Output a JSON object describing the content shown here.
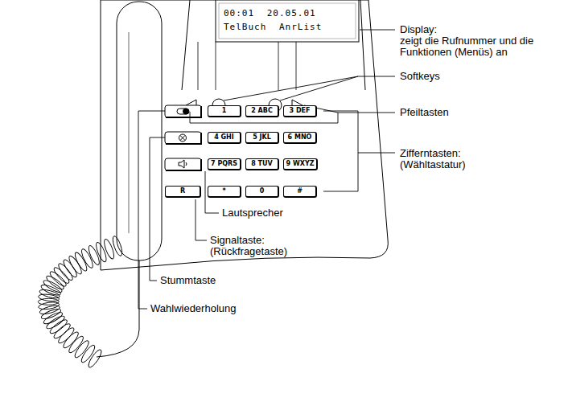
{
  "diagram": {
    "nodes": [
      {
        "text": [
          "00:01 20.05.01",
          "TelBuch AnrList"
        ]
      },
      {
        "text": [
          "1"
        ]
      },
      {
        "text": [
          "2 ABC"
        ]
      },
      {
        "text": [
          "3 DEF"
        ]
      },
      {
        "text": [
          "4 GHI"
        ]
      },
      {
        "text": [
          "5 JKL"
        ]
      },
      {
        "text": [
          "6 MNO"
        ]
      },
      {
        "text": [
          "7 PQRS"
        ]
      },
      {
        "text": [
          "8 TUV"
        ]
      },
      {
        "text": [
          "9 WXYZ"
        ]
      },
      {
        "text": [
          "R"
        ]
      },
      {
        "text": [
          "*"
        ]
      },
      {
        "text": [
          "0"
        ]
      },
      {
        "text": [
          "#"
        ]
      }
    ],
    "labels": [
      "Display:",
      "zeigt die Rufnummer und die Funktionen (Menüs) an",
      "Softkeys",
      "Pfeiltasten",
      "Zifferntasten:",
      "(Wähltastatur)",
      "Lautsprecher",
      "Signaltaste:",
      "(Rückfragetaste)",
      "Stummtaste",
      "Wahlwiederholung"
    ]
  }
}
